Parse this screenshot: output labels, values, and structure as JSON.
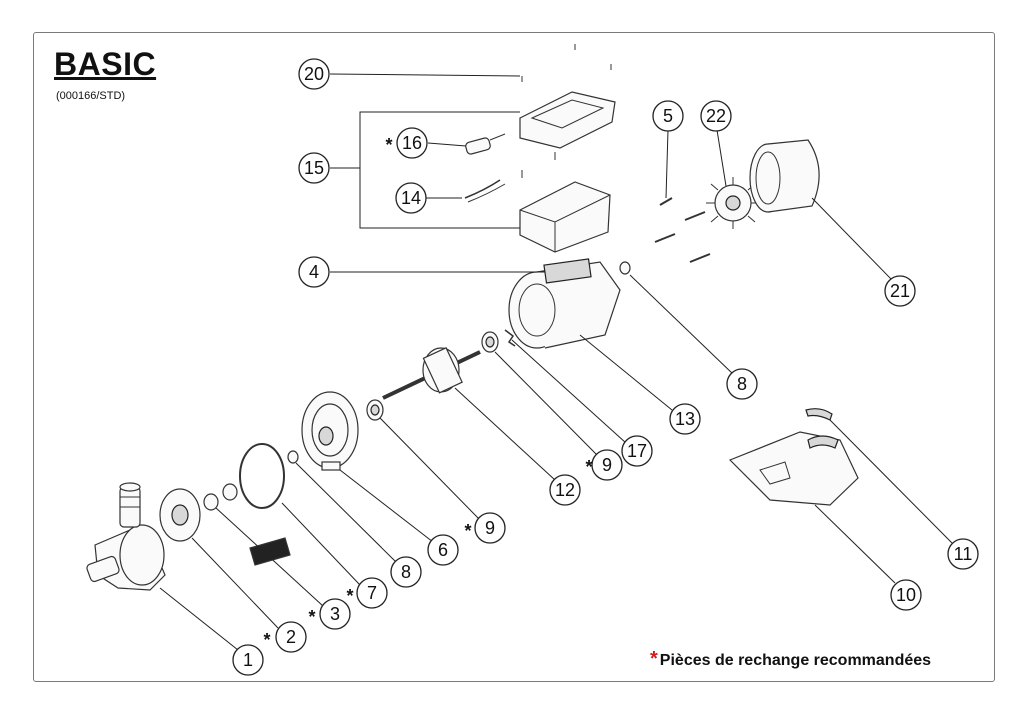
{
  "title": "BASIC",
  "subtitle": "(000166/STD)",
  "legend": {
    "star": "*",
    "text": "Pièces de rechange recommandées"
  },
  "callouts": [
    {
      "label": "1",
      "recommended": false
    },
    {
      "label": "2",
      "recommended": true
    },
    {
      "label": "3",
      "recommended": true
    },
    {
      "label": "7",
      "recommended": true
    },
    {
      "label": "8",
      "recommended": false
    },
    {
      "label": "6",
      "recommended": false
    },
    {
      "label": "9",
      "recommended": true
    },
    {
      "label": "12",
      "recommended": false
    },
    {
      "label": "9",
      "recommended": true
    },
    {
      "label": "17",
      "recommended": false
    },
    {
      "label": "13",
      "recommended": false
    },
    {
      "label": "8",
      "recommended": false
    },
    {
      "label": "4",
      "recommended": false
    },
    {
      "label": "14",
      "recommended": false
    },
    {
      "label": "15",
      "recommended": false
    },
    {
      "label": "16",
      "recommended": true
    },
    {
      "label": "20",
      "recommended": false
    },
    {
      "label": "5",
      "recommended": false
    },
    {
      "label": "22",
      "recommended": false
    },
    {
      "label": "21",
      "recommended": false
    },
    {
      "label": "10",
      "recommended": false
    },
    {
      "label": "11",
      "recommended": false
    }
  ]
}
